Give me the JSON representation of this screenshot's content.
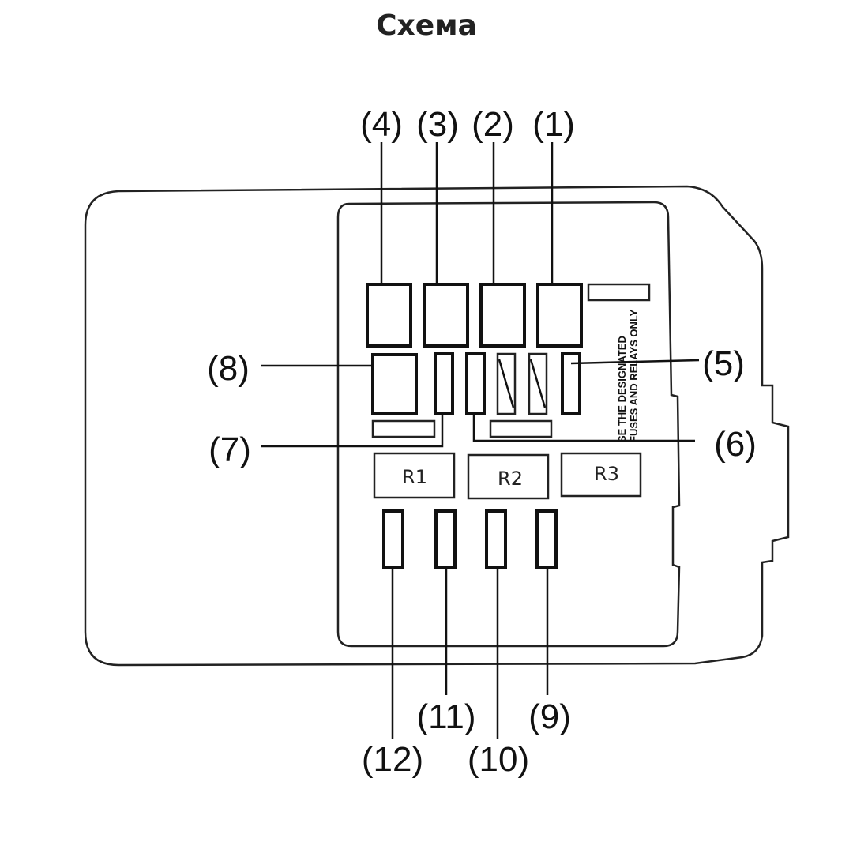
{
  "title": "Схема",
  "labels": {
    "l1": "(1)",
    "l2": "(2)",
    "l3": "(3)",
    "l4": "(4)",
    "l5": "(5)",
    "l6": "(6)",
    "l7": "(7)",
    "l8": "(8)",
    "l9": "(9)",
    "l10": "(10)",
    "l11": "(11)",
    "l12": "(12)"
  },
  "relays": {
    "r1": "R1",
    "r2": "R2",
    "r3": "R3"
  },
  "notice": {
    "line1": "SE THE DESIGNATED",
    "line2": "FUSES AND RELAYS ONLY"
  }
}
